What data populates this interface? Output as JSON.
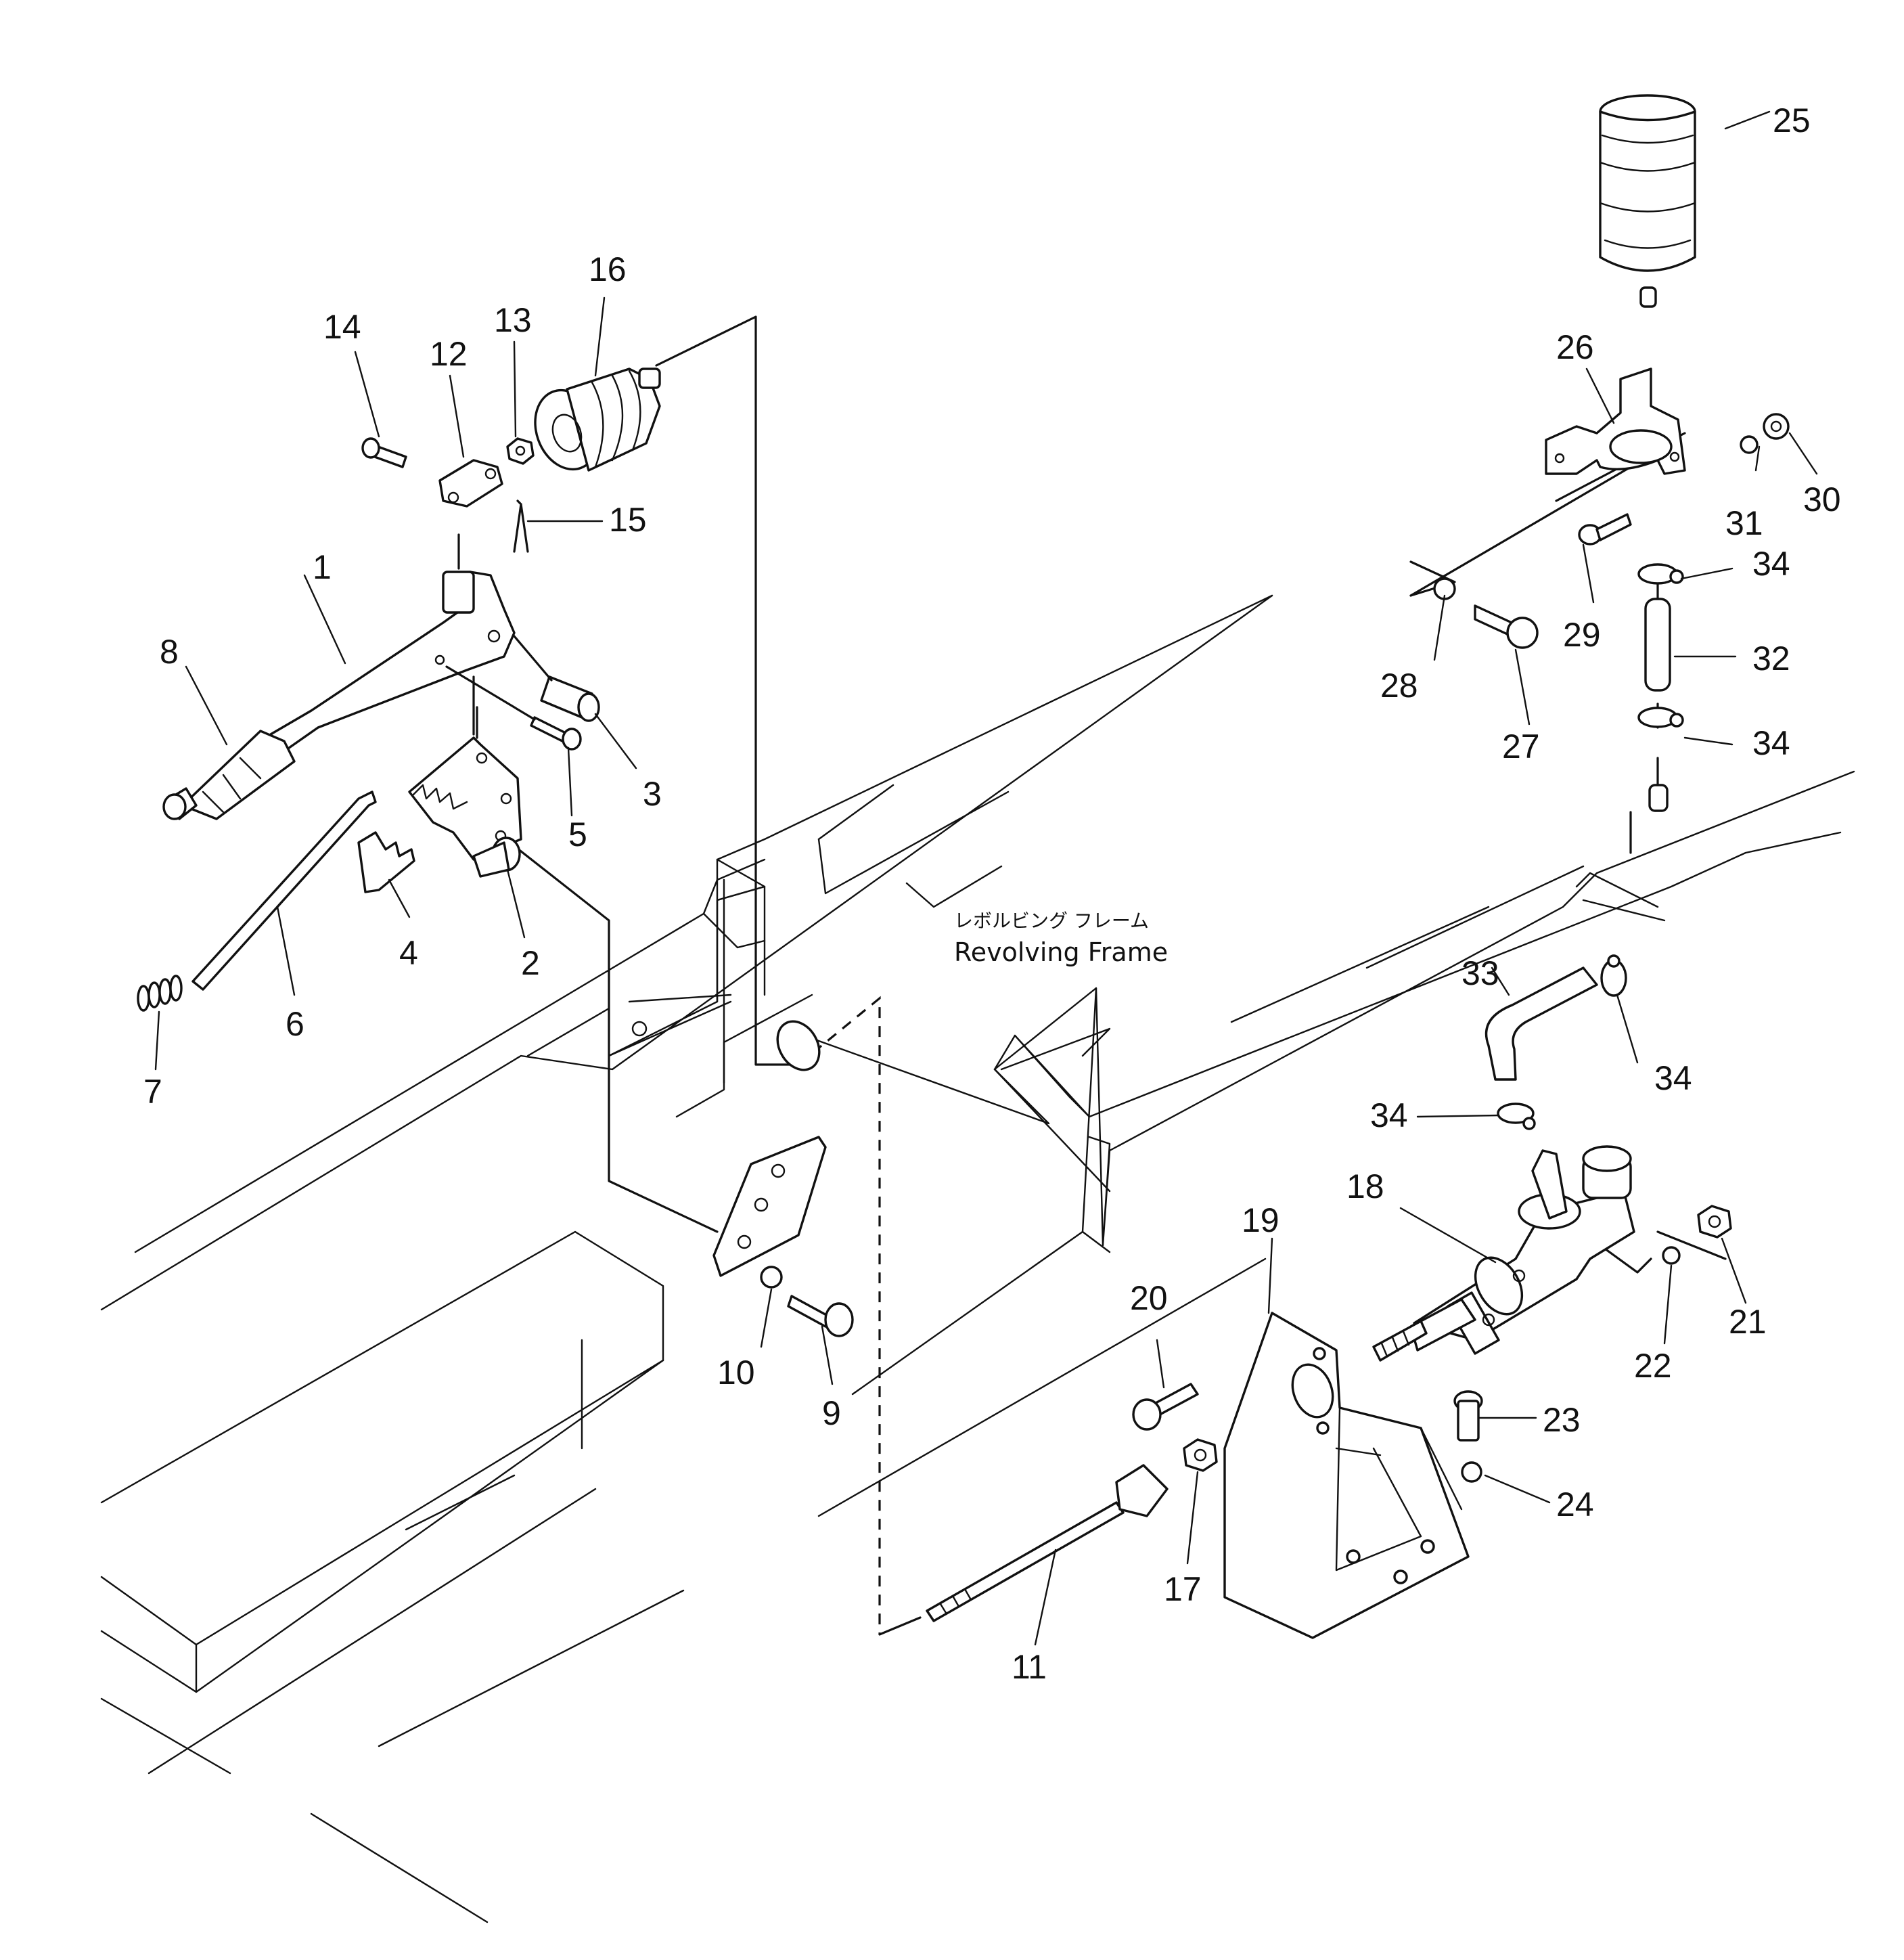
{
  "frame_caption": {
    "japanese": "レボルビング フレーム",
    "english": "Revolving Frame"
  },
  "labels": {
    "p1": "1",
    "p2": "2",
    "p3": "3",
    "p4": "4",
    "p5": "5",
    "p6": "6",
    "p7": "7",
    "p8": "8",
    "p9": "9",
    "p10": "10",
    "p11": "11",
    "p12": "12",
    "p13": "13",
    "p14": "14",
    "p15": "15",
    "p16": "16",
    "p17": "17",
    "p18": "18",
    "p19": "19",
    "p20": "20",
    "p21": "21",
    "p22": "22",
    "p23": "23",
    "p24": "24",
    "p25": "25",
    "p26": "26",
    "p27": "27",
    "p28": "28",
    "p29": "29",
    "p30": "30",
    "p31": "31",
    "p32": "32",
    "p33": "33",
    "p34a": "34",
    "p34b": "34",
    "p34c": "34",
    "p34d": "34"
  }
}
